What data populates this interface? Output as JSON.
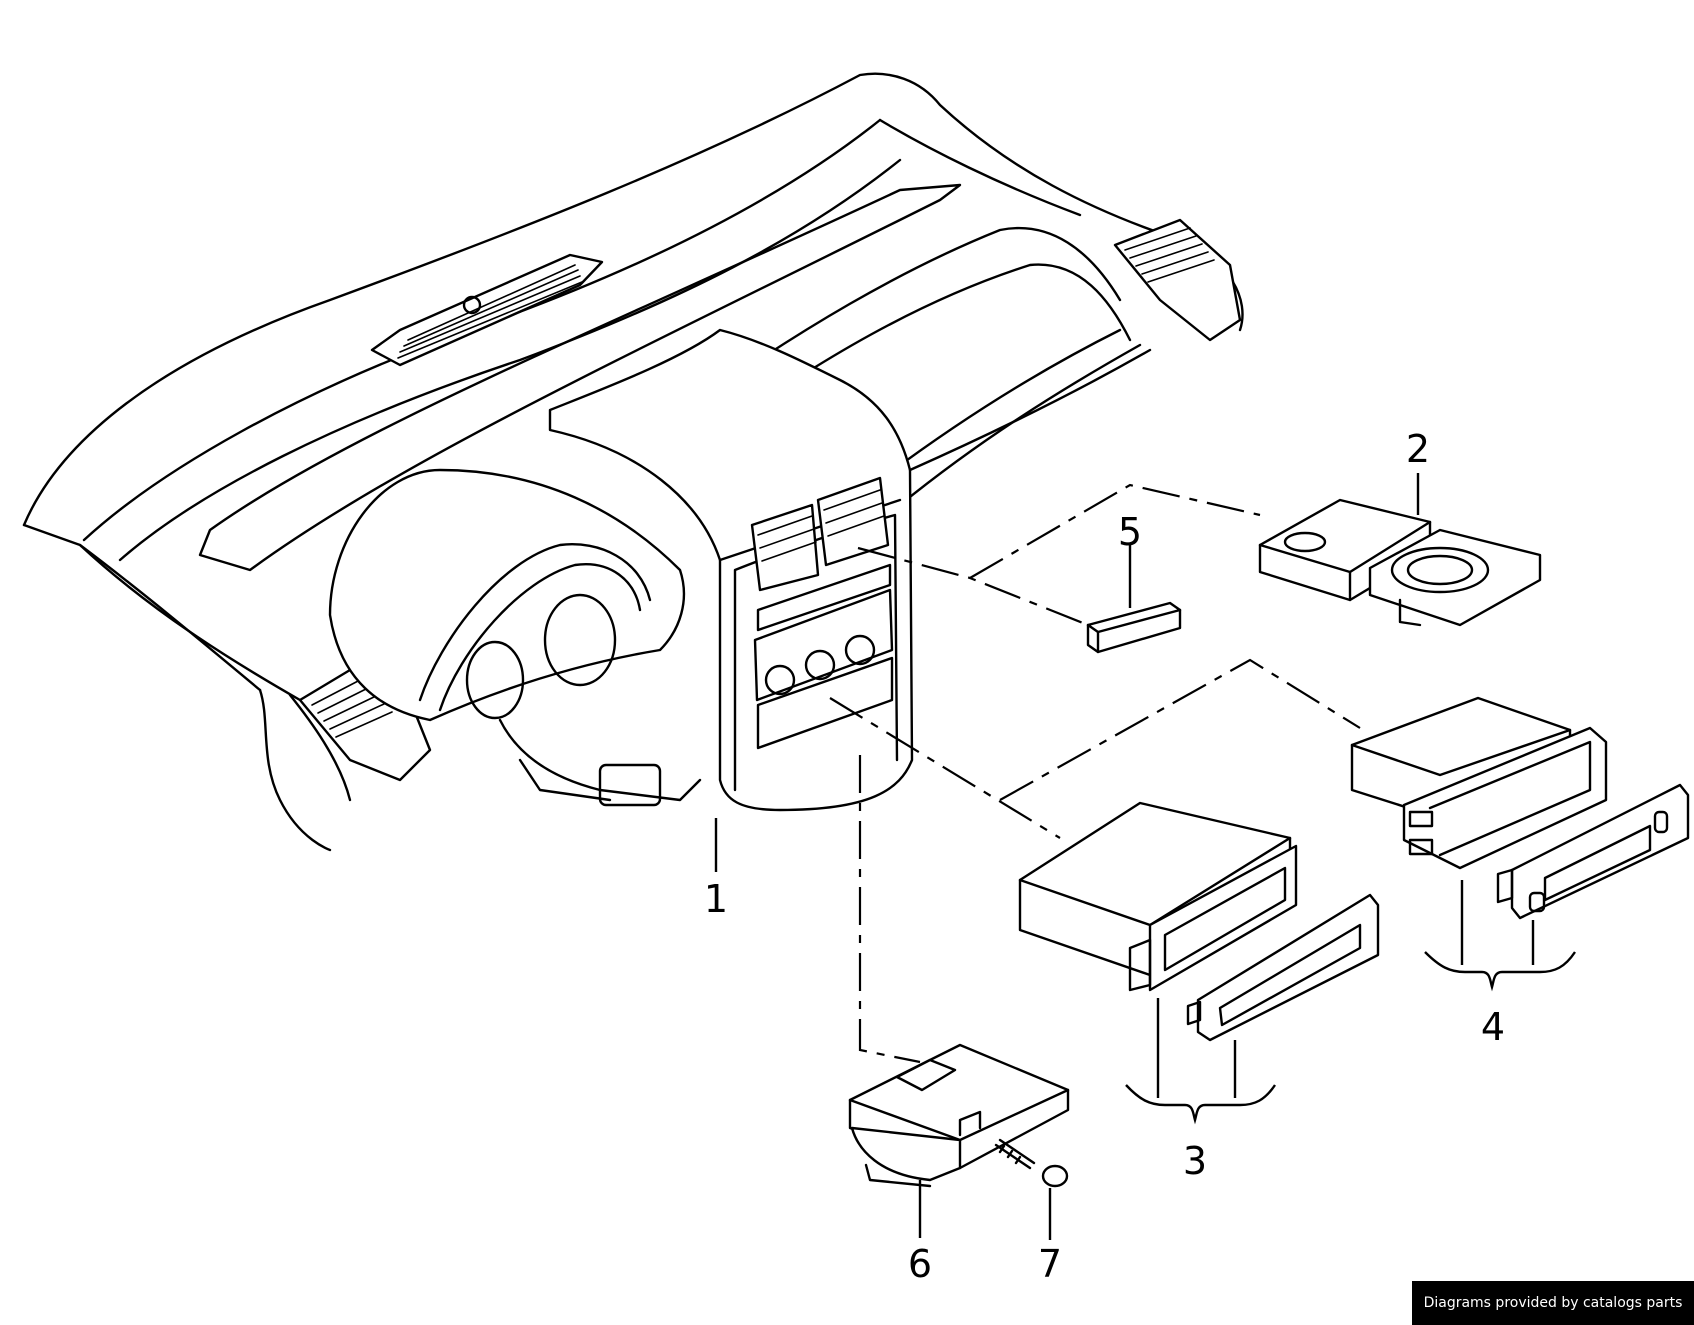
{
  "callouts": {
    "part_1": "1",
    "part_2": "2",
    "part_3": "3",
    "part_4": "4",
    "part_5": "5",
    "part_6": "6",
    "part_7": "7"
  },
  "credit": {
    "text": "Diagrams provided by catalogs parts"
  },
  "colors": {
    "line": "#000000",
    "background": "#ffffff",
    "credit_background": "#000000",
    "credit_text": "#ffffff"
  }
}
